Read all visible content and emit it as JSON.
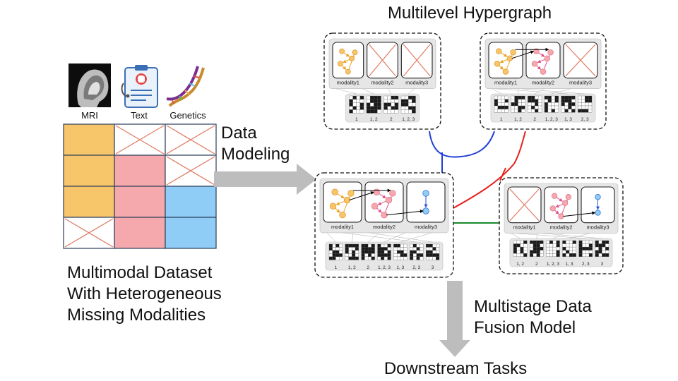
{
  "title": "Multilevel Hypergraph",
  "data_modeling": [
    "Data",
    "Modeling"
  ],
  "dataset_caption": [
    "Multimodal Dataset",
    "With Heterogeneous",
    "Missing Modalities"
  ],
  "fusion_label": [
    "Multistage Data",
    "Fusion Model"
  ],
  "downstream": "Downstream Tasks",
  "modality_icons": [
    "MRI",
    "Text",
    "Genetics"
  ],
  "modality_names": [
    "modality1",
    "modality2",
    "modality3"
  ],
  "colors": {
    "modality1": "#f8c66a",
    "modality2": "#f6a9ad",
    "modality3": "#8fcdf7",
    "missing_x": "#e07b62",
    "blue_edge": "#1f3fd6",
    "red_edge": "#e8211e",
    "green_edge": "#1d8a2e",
    "arrow_gray": "#bdbdbd"
  },
  "dataset_grid": [
    [
      "m1",
      "x",
      "x"
    ],
    [
      "m1",
      "m2",
      "x"
    ],
    [
      "m1",
      "m2",
      "m3"
    ],
    [
      "x",
      "m2",
      "m3"
    ]
  ],
  "hypergraphs": [
    {
      "id": "top-left",
      "panels": [
        "graph",
        "x",
        "x"
      ],
      "hyperedge_labels": [
        "1",
        "1, 2",
        "2",
        "1, 2, 3"
      ]
    },
    {
      "id": "top-right",
      "panels": [
        "graph",
        "graph",
        "x"
      ],
      "hyperedge_labels": [
        "1",
        "1, 2",
        "2",
        "1, 2, 3",
        "1, 3",
        "2, 3"
      ]
    },
    {
      "id": "middle",
      "panels": [
        "graph",
        "graph",
        "graph"
      ],
      "hyperedge_labels": [
        "1",
        "1, 2",
        "2",
        "1, 2, 3",
        "1, 3",
        "2, 3",
        "3"
      ]
    },
    {
      "id": "bottom-right",
      "panels": [
        "x",
        "graph",
        "graph"
      ],
      "hyperedge_labels": [
        "1, 2",
        "2",
        "1, 2, 3",
        "1, 3",
        "2, 3",
        "3"
      ]
    }
  ]
}
